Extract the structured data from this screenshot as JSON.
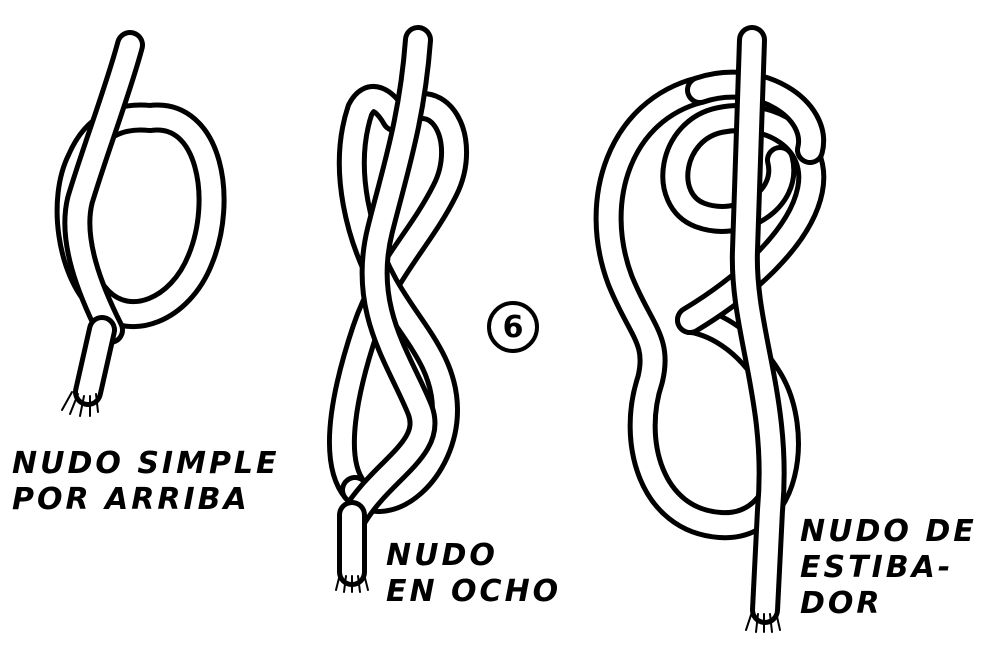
{
  "figure_number": "6",
  "knots": [
    {
      "id": "overhand",
      "label_lines": [
        "NUDO SIMPLE",
        "POR ARRIBA"
      ]
    },
    {
      "id": "figure-eight",
      "label_lines": [
        "NUDO",
        "EN OCHO"
      ]
    },
    {
      "id": "stevedore",
      "label_lines": [
        "NUDO DE",
        "ESTIBA-",
        "DOR"
      ]
    }
  ],
  "colors": {
    "ink": "#000000",
    "paper": "#ffffff"
  }
}
